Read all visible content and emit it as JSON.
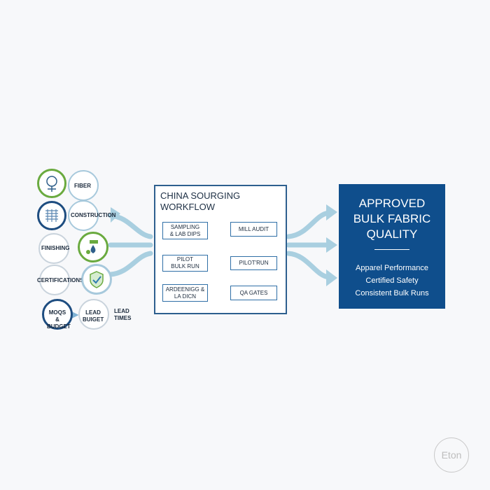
{
  "inputs": {
    "fiber": "FIBER",
    "construction": "CONSTRUCTION",
    "finishing": "FINISHING",
    "certifications": "CERTIFICATIONS",
    "moqs_budget": "MOQS &\nBUDGET",
    "lead_budget": "LEAD\nBUIGET",
    "lead_times": "LEAD\nTIMES"
  },
  "workflow": {
    "title": "CHINA SOURGING\nWORKFLOW",
    "steps": {
      "sampling": "SAMPLING\n& LAB DIPS",
      "mill_audit": "MILL AUDIT",
      "pilot_bulk": "PILOT\nBULK RUN",
      "pilot_run": "PILOT'RUN",
      "arbeenig": "ARDEENIGG &\nLA DICN",
      "qa_gates": "QA GATES"
    }
  },
  "result": {
    "title": "APPROVED\nBULK FABRIC\nQUALITY",
    "lines": [
      "Apparel Performance",
      "Certified Safety",
      "Consistent Bulk Runs"
    ]
  },
  "logo": {
    "text": "Eton"
  },
  "colors": {
    "green": "#6aaa3f",
    "navy": "#1e4d80",
    "light_blue": "#a7c9dc",
    "result_bg": "#0f4e8c",
    "arrow": "#a9cfe0"
  }
}
